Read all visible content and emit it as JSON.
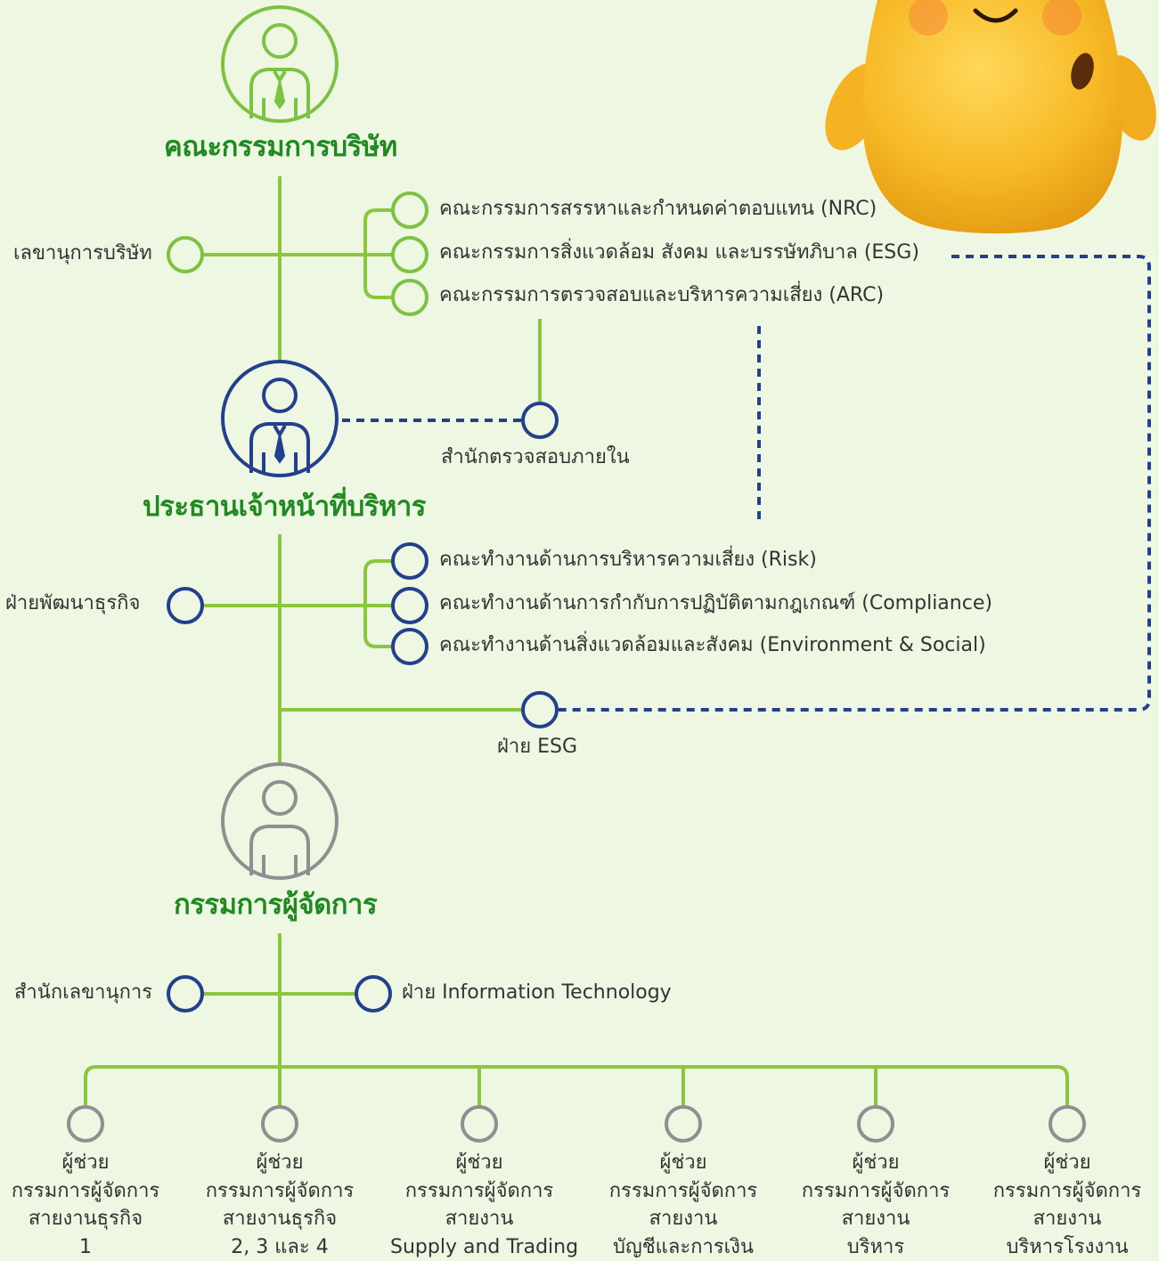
{
  "levels": {
    "board": "คณะกรรมการบริษัท",
    "ceo": "ประธานเจ้าหน้าที่บริหาร",
    "md": "กรรมการผู้จัดการ"
  },
  "board_secretary": "เลขานุการบริษัท",
  "committees": [
    "คณะกรรมการสรรหาและกำหนดค่าตอบแทน (NRC)",
    "คณะกรรมการสิ่งแวดล้อม สังคม และบรรษัทภิบาล (ESG)",
    "คณะกรรมการตรวจสอบและบริหารความเสี่ยง (ARC)"
  ],
  "internal_audit": "สำนักตรวจสอบภายใน",
  "business_development": "ฝ่ายพัฒนาธุรกิจ",
  "working_groups": [
    "คณะทำงานด้านการบริหารความเสี่ยง (Risk)",
    "คณะทำงานด้านการกำกับการปฏิบัติตามกฎเกณฑ์ (Compliance)",
    "คณะทำงานด้านสิ่งแวดล้อมและสังคม (Environment & Social)"
  ],
  "esg_department": "ฝ่าย ESG",
  "secretariat_office": "สำนักเลขานุการ",
  "it_department": "ฝ่าย Information Technology",
  "assistants": [
    {
      "lines": [
        "ผู้ช่วย",
        "กรรมการผู้จัดการ",
        "สายงานธุรกิจ",
        "1"
      ]
    },
    {
      "lines": [
        "ผู้ช่วย",
        "กรรมการผู้จัดการ",
        "สายงานธุรกิจ",
        "2, 3 และ 4"
      ]
    },
    {
      "lines": [
        "ผู้ช่วย",
        "กรรมการผู้จัดการ",
        "สายงาน",
        "Supply and Trading"
      ]
    },
    {
      "lines": [
        "ผู้ช่วย",
        "กรรมการผู้จัดการ",
        "สายงาน",
        "บัญชีและการเงิน"
      ]
    },
    {
      "lines": [
        "ผู้ช่วย",
        "กรรมการผู้จัดการ",
        "สายงาน",
        "บริหาร"
      ]
    },
    {
      "lines": [
        "ผู้ช่วย",
        "กรรมการผู้จัดการ",
        "สายงาน",
        "บริหารโรงงาน"
      ]
    }
  ],
  "colors": {
    "background": "#eef7e2",
    "line_green": "#8cc63f",
    "board_green": "#7dc242",
    "navy": "#243f8c",
    "gray": "#8f8f8f",
    "title_green": "#1f8a22"
  }
}
